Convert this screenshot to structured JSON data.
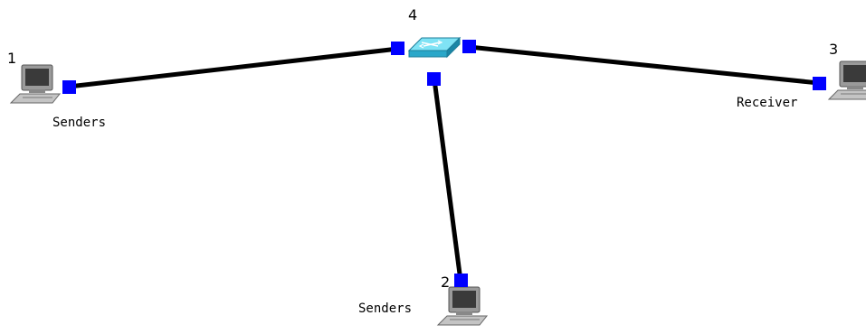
{
  "topology": {
    "nodes": [
      {
        "id": "1",
        "number": "1",
        "kind": "computer",
        "label": "Senders"
      },
      {
        "id": "2",
        "number": "2",
        "kind": "computer",
        "label": "Senders"
      },
      {
        "id": "3",
        "number": "3",
        "kind": "computer",
        "label": "Receiver"
      },
      {
        "id": "4",
        "number": "4",
        "kind": "switch",
        "label": ""
      }
    ],
    "links": [
      {
        "from": "4",
        "to": "1"
      },
      {
        "from": "4",
        "to": "2"
      },
      {
        "from": "4",
        "to": "3"
      }
    ]
  },
  "colors": {
    "link": "#000000",
    "port": "#0000ff",
    "switch_top": "#7fe3f5",
    "switch_side": "#2aa7c9",
    "monitor_frame": "#8a8a8a",
    "monitor_screen": "#3a3a3a",
    "keyboard": "#b8b8b8"
  },
  "icons": {
    "computer": "desktop-computer-icon",
    "switch": "network-switch-icon"
  }
}
